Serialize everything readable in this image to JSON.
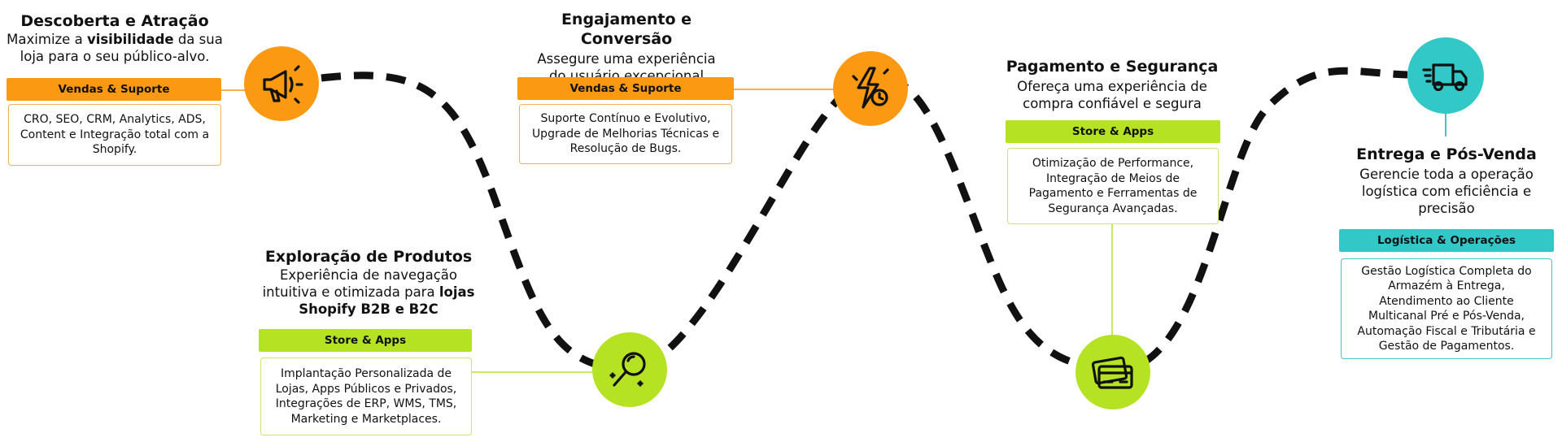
{
  "colors": {
    "orange": "#fb9a12",
    "green": "#b5e324",
    "teal": "#33c8c8",
    "path": "#111111"
  },
  "stages": [
    {
      "title": "Descoberta e Atração",
      "desc_pre": "Maximize a ",
      "desc_bold": "visibilidade",
      "desc_post": " da sua loja para o seu público-alvo.",
      "tag": "Vendas & Suporte",
      "box": "CRO, SEO, CRM, Analytics, ADS, Content e Integração total com a Shopify.",
      "icon": "megaphone-icon"
    },
    {
      "title": "Exploração de Produtos",
      "desc_pre": "Experiência de navegação intuitiva e otimizada para ",
      "desc_bold": "lojas Shopify B2B e B2C",
      "desc_post": "",
      "tag": "Store & Apps",
      "box": "Implantação Personalizada de Lojas, Apps Públicos e Privados, Integrações de ERP, WMS, TMS, Marketing e Marketplaces.",
      "icon": "magnifier-icon"
    },
    {
      "title": "Engajamento e Conversão",
      "desc": "Assegure uma experiência do usuário excepcional",
      "tag": "Vendas & Suporte",
      "box": "Suporte Contínuo e Evolutivo, Upgrade de Melhorias Técnicas e Resolução de Bugs.",
      "icon": "lightning-clock-icon"
    },
    {
      "title": "Pagamento e Segurança",
      "desc": "Ofereça uma experiência de compra confiável e segura",
      "tag": "Store & Apps",
      "box": "Otimização de Performance, Integração de Meios de Pagamento e Ferramentas de Segurança Avançadas.",
      "icon": "credit-card-icon"
    },
    {
      "title": "Entrega e Pós-Venda",
      "desc": "Gerencie toda a operação logística com eficiência e precisão",
      "tag": "Logística & Operações",
      "box": "Gestão Logística Completa do Armazém à Entrega, Atendimento ao Cliente Multicanal Pré e Pós-Venda, Automação Fiscal e Tributária e Gestão de Pagamentos.",
      "icon": "delivery-truck-icon"
    }
  ]
}
